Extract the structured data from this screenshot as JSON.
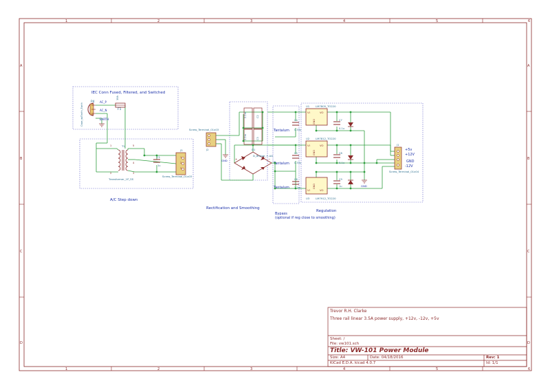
{
  "colors": {
    "frame": "#8b2a2a",
    "wire": "#2e9e3e",
    "component": "#8b2a2a",
    "label": "#1a2fa8",
    "ref": "#2a6e8e",
    "dashed": "#5a5ac8",
    "junction": "#2e9e3e"
  },
  "border": {
    "columns": [
      "1",
      "2",
      "3",
      "4",
      "5",
      "6"
    ],
    "rows": [
      "A",
      "B",
      "C",
      "D"
    ]
  },
  "blocks": {
    "iec_title": "IEC Conn Fused, Filtered, and Switched",
    "ac_step_down": "A/C Step down",
    "rectification": "Rectification and Smoothing",
    "bypass": "Bypass",
    "bypass_note": "(optional if reg close to smoothing)",
    "regulation": "Regulation"
  },
  "components": {
    "p4_ref": "P4",
    "p4_value": "Case_w/Earth_Earth",
    "f1_ref": "F1",
    "f1_value": "10A",
    "ac_p": "AC_P",
    "ac_n": "AC_N",
    "earth": "EARTH",
    "t1_ref": "T1",
    "t1_value": "Transformer_1P_SS",
    "c1_ref": "C1",
    "c1_value": "1u",
    "j3_ref": "J3",
    "j3_value": "Screw_Terminal_01x03",
    "j2_ref": "J2",
    "j2_value": "Screw_Terminal_01x03",
    "gnd": "GND",
    "d1_ref": "D1",
    "d1_value": "D_Bridge_+-AA",
    "c2_ref": "C2",
    "c3_ref": "C3",
    "c_val_2200": "2.2m",
    "tantalum": "Tantalum",
    "c4_ref": "C4",
    "c5_ref": "C5",
    "c6_ref": "C6",
    "c_val_033": "0.33u",
    "c7_ref": "C7",
    "c8_ref": "C8",
    "c9_ref": "C9",
    "c_val_01": "0.1u",
    "c_val_1": "1u",
    "u1_ref": "U1",
    "u1_value": "LM7805_TO220",
    "u2_ref": "U2",
    "u2_value": "LM7812_TO220",
    "u3_ref": "U3",
    "u3_value": "LM7912_TO220",
    "vi": "VI",
    "vo": "VO",
    "reg_gnd": "GND",
    "j1_ref": "J1",
    "j1_value": "Screw_Terminal_01x04",
    "out_5v": "+5v",
    "out_12v": "+12V",
    "out_gnd": "GND",
    "out_m12v": "-12V",
    "gnd2": "GND"
  },
  "title_block": {
    "author": "Trevor R.H. Clarke",
    "description": "Three rail linear 3.5A power supply, +12v, -12v, +5v",
    "sheet_label": "Sheet: /",
    "file_label": "File: vw101.sch",
    "title": "Title: VW-101 Power Module",
    "size": "Size: A4",
    "date": "Date: 04/18/2016",
    "rev": "Rev: 1",
    "kicad": "KiCad E.D.A.  kicad 4.0.7",
    "id": "Id: 1/1"
  }
}
